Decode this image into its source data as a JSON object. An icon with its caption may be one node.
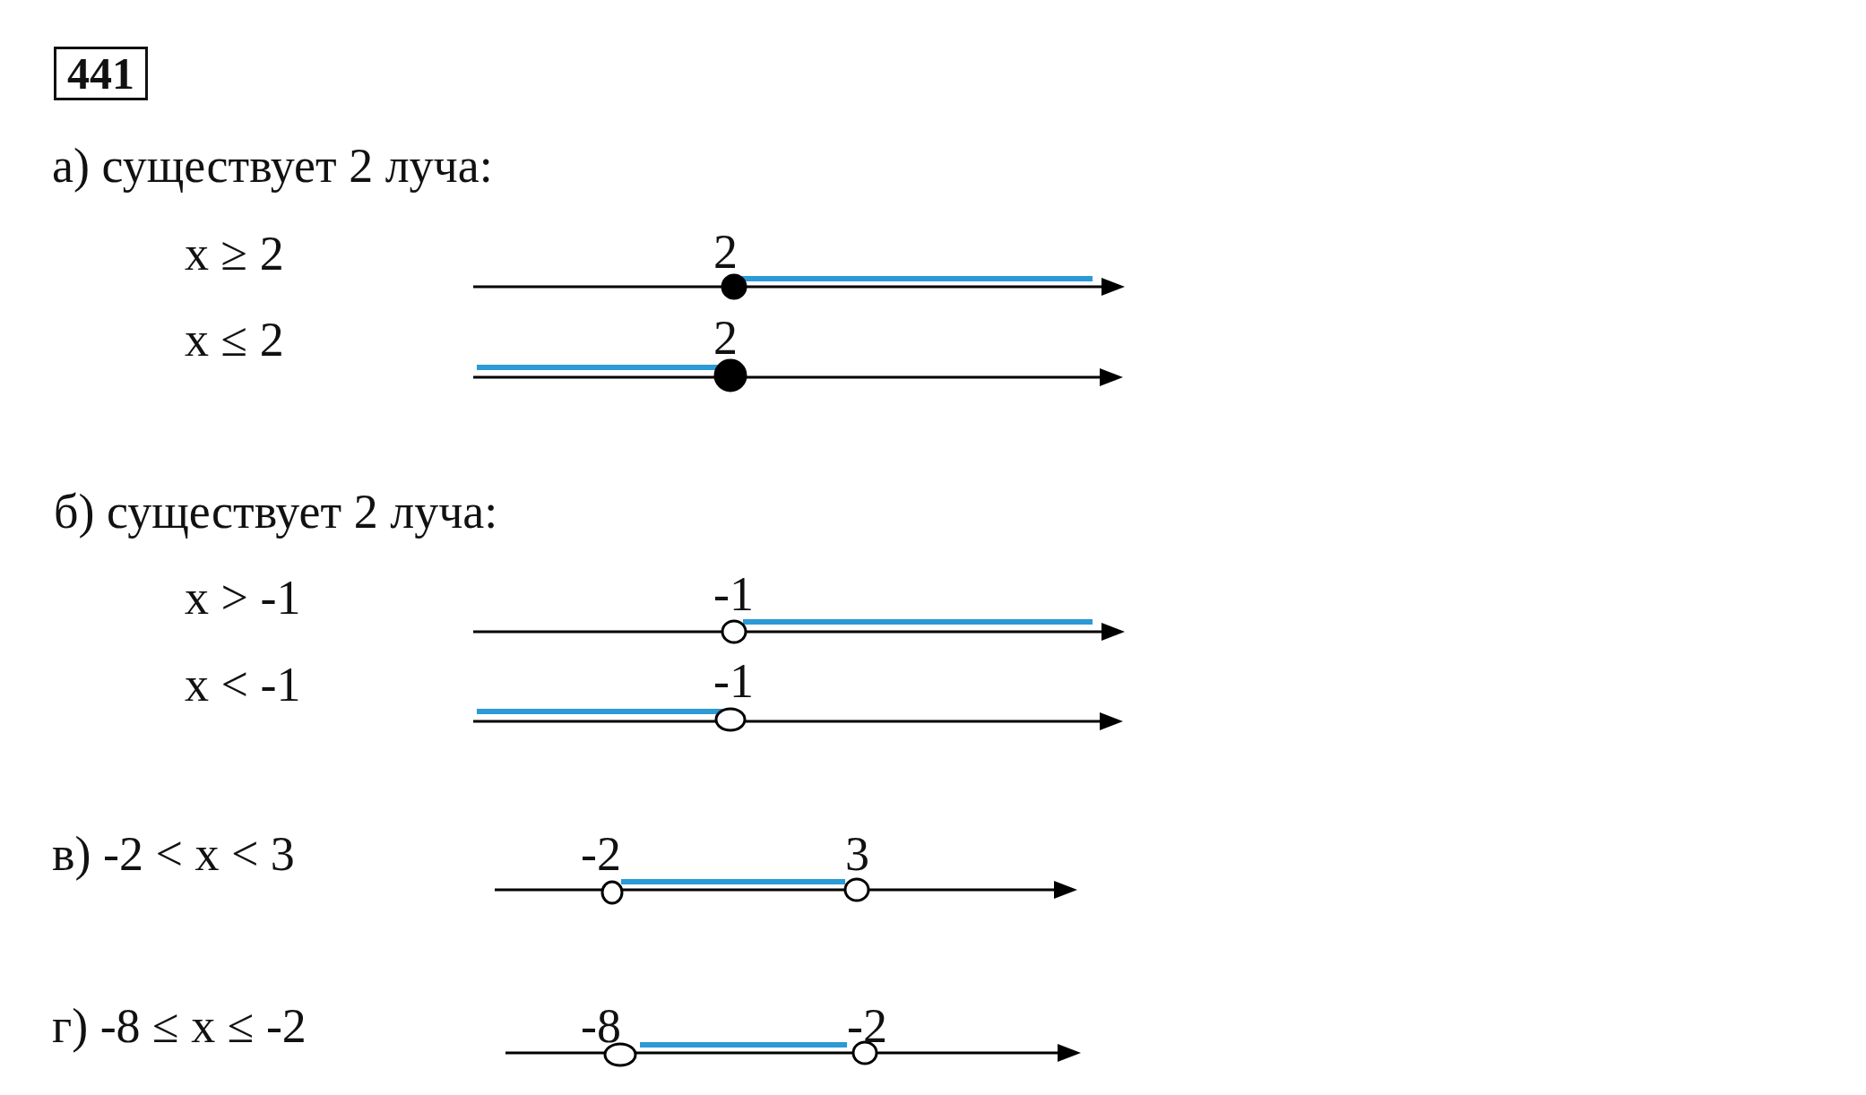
{
  "diagram": {
    "labels": [
      "441",
      "а) существует 2 луча:",
      "x ≥ 2",
      "2",
      "x ≤ 2",
      "2",
      "б) существует 2 луча:",
      "x > -1",
      "-1",
      "x < -1",
      "-1",
      "в) -2 < x < 3",
      "-2",
      "3",
      "г) -8 ≤ x ≤ -2",
      "-8",
      "-2"
    ]
  }
}
